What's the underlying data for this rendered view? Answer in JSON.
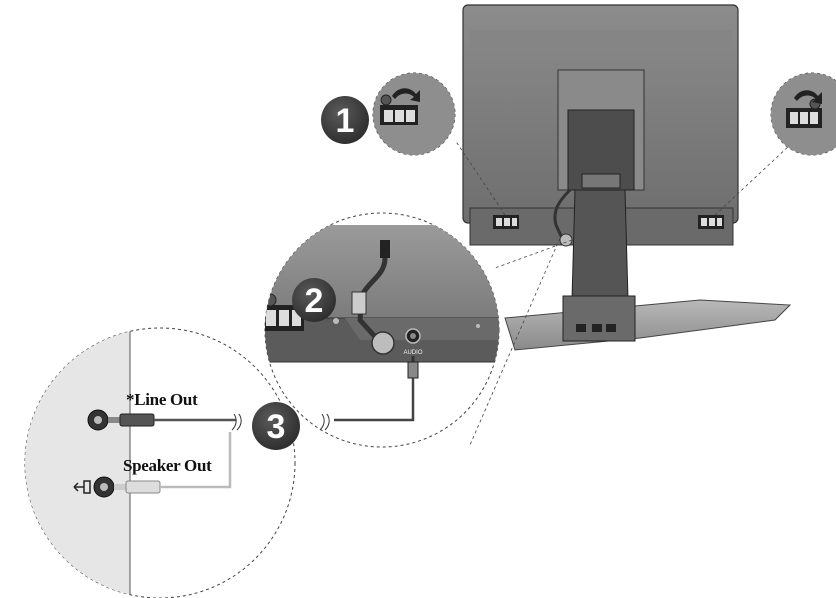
{
  "steps": {
    "step1": "1",
    "step2": "2",
    "step3": "3"
  },
  "labels": {
    "line_out": "*Line Out",
    "speaker_out": "Speaker Out",
    "audio_port": "AUDIO"
  },
  "icons": {
    "headphone": "headphone-jack-icon",
    "rotate": "rotate-arrow-icon"
  },
  "colors": {
    "monitor_body": "#7b7b7b",
    "monitor_dark": "#4a4a4a",
    "step_badge": "#3d3d3d",
    "cable": "#555555"
  }
}
